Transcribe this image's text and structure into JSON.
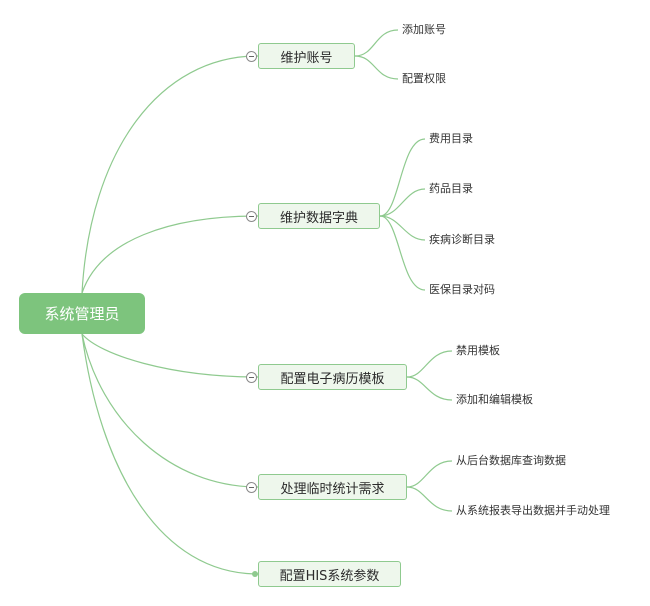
{
  "root": {
    "label": "系统管理员"
  },
  "branches": [
    {
      "label": "维护账号",
      "children": [
        "添加账号",
        "配置权限"
      ]
    },
    {
      "label": "维护数据字典",
      "children": [
        "费用目录",
        "药品目录",
        "疾病诊断目录",
        "医保目录对码"
      ]
    },
    {
      "label": "配置电子病历模板",
      "children": [
        "禁用模板",
        "添加和编辑模板"
      ]
    },
    {
      "label": "处理临时统计需求",
      "children": [
        "从后台数据库查询数据",
        "从系统报表导出数据并手动处理"
      ]
    },
    {
      "label": "配置HIS系统参数",
      "children": []
    }
  ],
  "colors": {
    "line": "#8fca8f",
    "root_fill": "#7dc47d",
    "branch_fill": "#eef7ec",
    "branch_border": "#8fca8f"
  },
  "icons": {
    "collapse": "collapse-minus-icon",
    "end": "end-dot-icon"
  }
}
